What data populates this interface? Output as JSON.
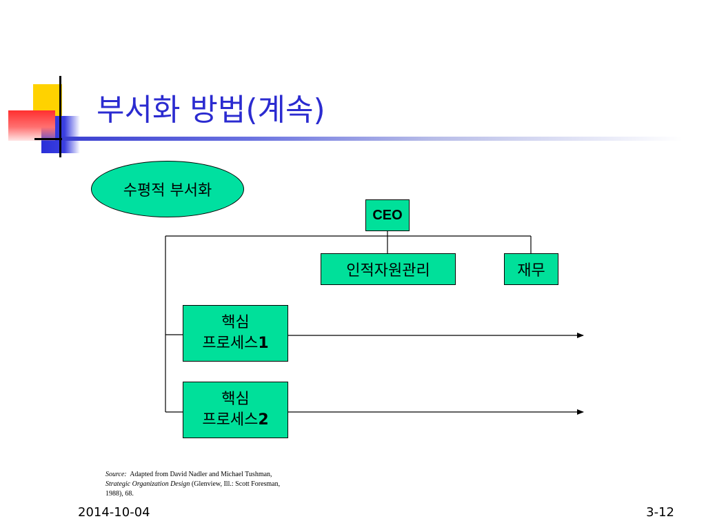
{
  "title": "부서화 방법(계속)",
  "badge": "수평적 부서화",
  "org": {
    "ceo": "CEO",
    "hr": "인적자원관리",
    "finance": "재무",
    "core1": {
      "line1": "핵심",
      "line2_text": "프로세스",
      "line2_digit": "1"
    },
    "core2": {
      "line1": "핵심",
      "line2_text": "프로세스",
      "line2_digit": "2"
    }
  },
  "source": {
    "label": "Source:",
    "line1": "Adapted from David Nadler and Michael Tushman,",
    "book": "Strategic Organization Design",
    "line2_rest": "(Glenview, Ill.:  Scott Foresman,",
    "line3": "1988), 68."
  },
  "footer": {
    "date": "2014-10-04",
    "page": "3-12"
  },
  "colors": {
    "title": "#2b2bd0",
    "box_fill": "#00e09a",
    "logo_yellow": "#ffd200",
    "logo_blue": "#2a2fd8",
    "logo_red": "#ff3030"
  }
}
